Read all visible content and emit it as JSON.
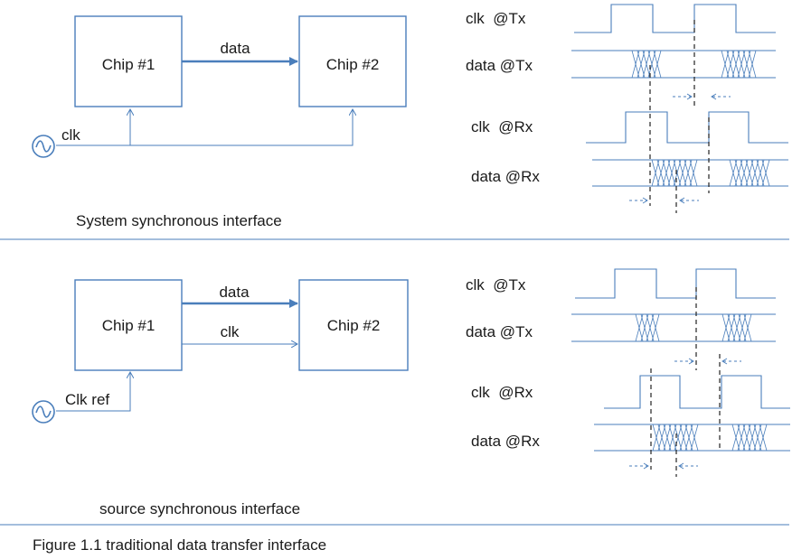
{
  "top_panel": {
    "chip1": "Chip #1",
    "chip2": "Chip #2",
    "data_label": "data",
    "clk_label": "clk",
    "caption": "System synchronous interface",
    "timing": {
      "clk_tx": "clk  @Tx",
      "data_tx": "data @Tx",
      "clk_rx": "clk  @Rx",
      "data_rx": "data @Rx"
    }
  },
  "bottom_panel": {
    "chip1": "Chip #1",
    "chip2": "Chip #2",
    "data_label": "data",
    "clk_label": "clk",
    "clkref_label": "Clk ref",
    "caption": "source synchronous interface",
    "timing": {
      "clk_tx": "clk  @Tx",
      "data_tx": "data @Tx",
      "clk_rx": "clk  @Rx",
      "data_rx": "data @Rx"
    }
  },
  "figure_caption": "Figure 1.1 traditional data transfer interface",
  "icons": {
    "oscillator": "sine-oscillator-icon",
    "arrow": "arrowhead-icon"
  },
  "colors": {
    "line": "#4a7ebb",
    "text": "#1a1a1a"
  }
}
